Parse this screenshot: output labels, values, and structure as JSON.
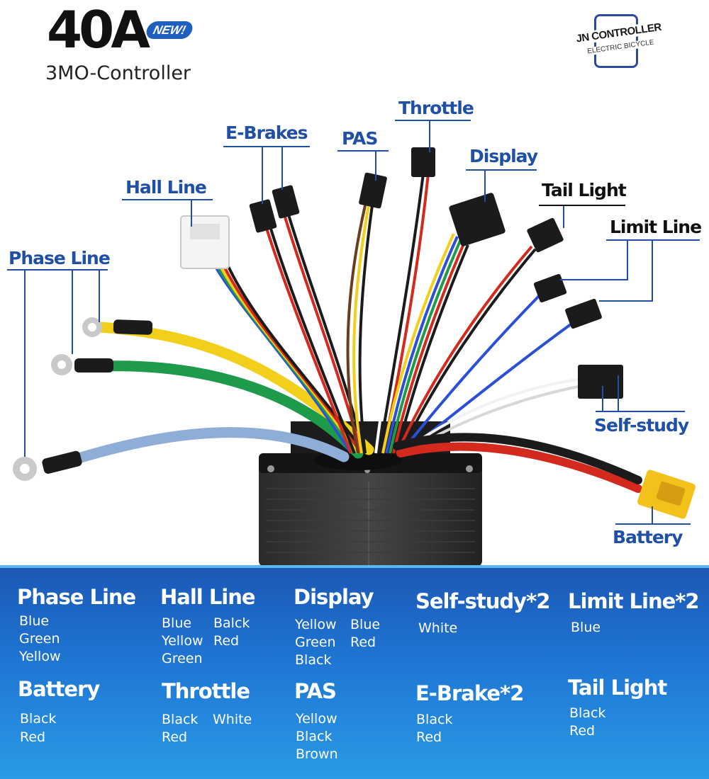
{
  "header": {
    "big_title": "40A",
    "badge": "NEW!",
    "subtitle": "3MO-Controller",
    "logo_line1": "JN CONTROLLER",
    "logo_line2": "ELECTRIC BICYCLE"
  },
  "callouts": {
    "phase_line": "Phase Line",
    "hall_line": "Hall Line",
    "e_brakes": "E-Brakes",
    "pas": "PAS",
    "throttle": "Throttle",
    "display": "Display",
    "tail_light": "Tail Light",
    "limit_line": "Limit Line",
    "self_study": "Self-study",
    "battery": "Battery"
  },
  "colors": {
    "callout_blue": "#1f4fa6",
    "panel_top": "#1c58b6",
    "panel_bottom": "#2a9ae6",
    "wire_red": "#d42a1e",
    "wire_yellow": "#f2cf1b",
    "wire_green": "#1d9a4a",
    "wire_blue": "#2c4fd8",
    "wire_light_blue": "#8eaed8",
    "wire_black": "#1b1b1b",
    "connector_yellow": "#f3c21a"
  },
  "legend": {
    "phase_line": {
      "title": "Phase Line",
      "v1": "Blue",
      "v2": "Green",
      "v3": "Yellow"
    },
    "hall_line": {
      "title": "Hall Line",
      "v1": "Blue",
      "v2": "Balck",
      "v3": "Yellow",
      "v4": "Red",
      "v5": "Green"
    },
    "display": {
      "title": "Display",
      "v1": "Yellow",
      "v2": "Blue",
      "v3": "Green",
      "v4": "Red",
      "v5": "Black"
    },
    "self_study": {
      "title": "Self-study*2",
      "v1": "White"
    },
    "limit_line": {
      "title": "Limit Line*2",
      "v1": "Blue"
    },
    "battery": {
      "title": "Battery",
      "v1": "Black",
      "v2": "Red"
    },
    "throttle": {
      "title": "Throttle",
      "v1": "Black",
      "v2": "White",
      "v3": "Red"
    },
    "pas": {
      "title": "PAS",
      "v1": "Yellow",
      "v2": "Black",
      "v3": "Brown"
    },
    "e_brake": {
      "title": "E-Brake*2",
      "v1": "Black",
      "v2": "Red"
    },
    "tail_light": {
      "title": "Tail Light",
      "v1": "Black",
      "v2": "Red"
    }
  }
}
